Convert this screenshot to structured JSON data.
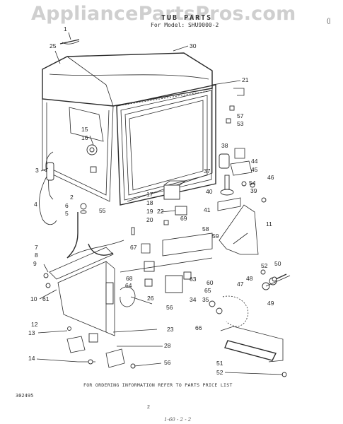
{
  "watermark": "AppliancePartsPros.com",
  "title": "TUB PARTS",
  "model_line": "For Model: SHU9000-2",
  "corner_mark": "(|",
  "catalog_number": "302495",
  "footnote": "FOR ORDERING INFORMATION REFER TO PARTS PRICE LIST",
  "page_number": "2",
  "handwritten_note": "1-60 - 2 - 2",
  "callouts": [
    "1",
    "25",
    "30",
    "21",
    "15",
    "16",
    "57",
    "53",
    "3",
    "38",
    "44",
    "45",
    "46",
    "37",
    "54",
    "39",
    "40",
    "17",
    "18",
    "2",
    "6",
    "5",
    "55",
    "4",
    "19",
    "22",
    "41",
    "20",
    "69",
    "11",
    "59",
    "58",
    "7",
    "8",
    "67",
    "9",
    "52",
    "50",
    "68",
    "64",
    "48",
    "47",
    "49",
    "63",
    "60",
    "10",
    "61",
    "65",
    "34",
    "35",
    "26",
    "56",
    "12",
    "66",
    "13",
    "23",
    "28",
    "14",
    "56",
    "51",
    "52"
  ]
}
